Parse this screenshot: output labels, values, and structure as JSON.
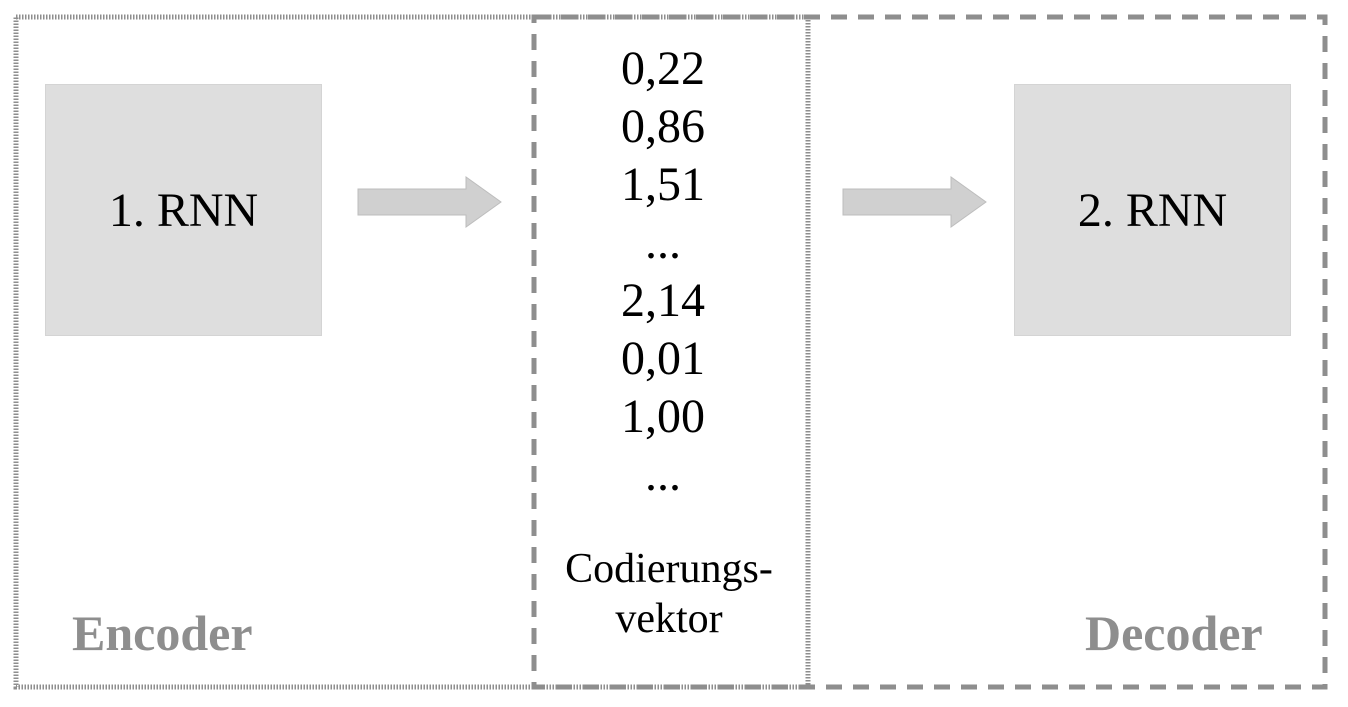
{
  "encoder": {
    "label": "Encoder",
    "rnn_label": "1. RNN"
  },
  "vector": {
    "values": [
      "0,22",
      "0,86",
      "1,51",
      "...",
      "2,14",
      "0,01",
      "1,00",
      "..."
    ],
    "label_line1": "Codierungs-",
    "label_line2": "vektor"
  },
  "decoder": {
    "label": "Decoder",
    "rnn_label": "2. RNN"
  },
  "colors": {
    "box_fill": "#dedede",
    "border_gray": "#8e8e8e",
    "arrow_fill": "#d0d0d0",
    "label_gray": "#8e8e8e"
  }
}
